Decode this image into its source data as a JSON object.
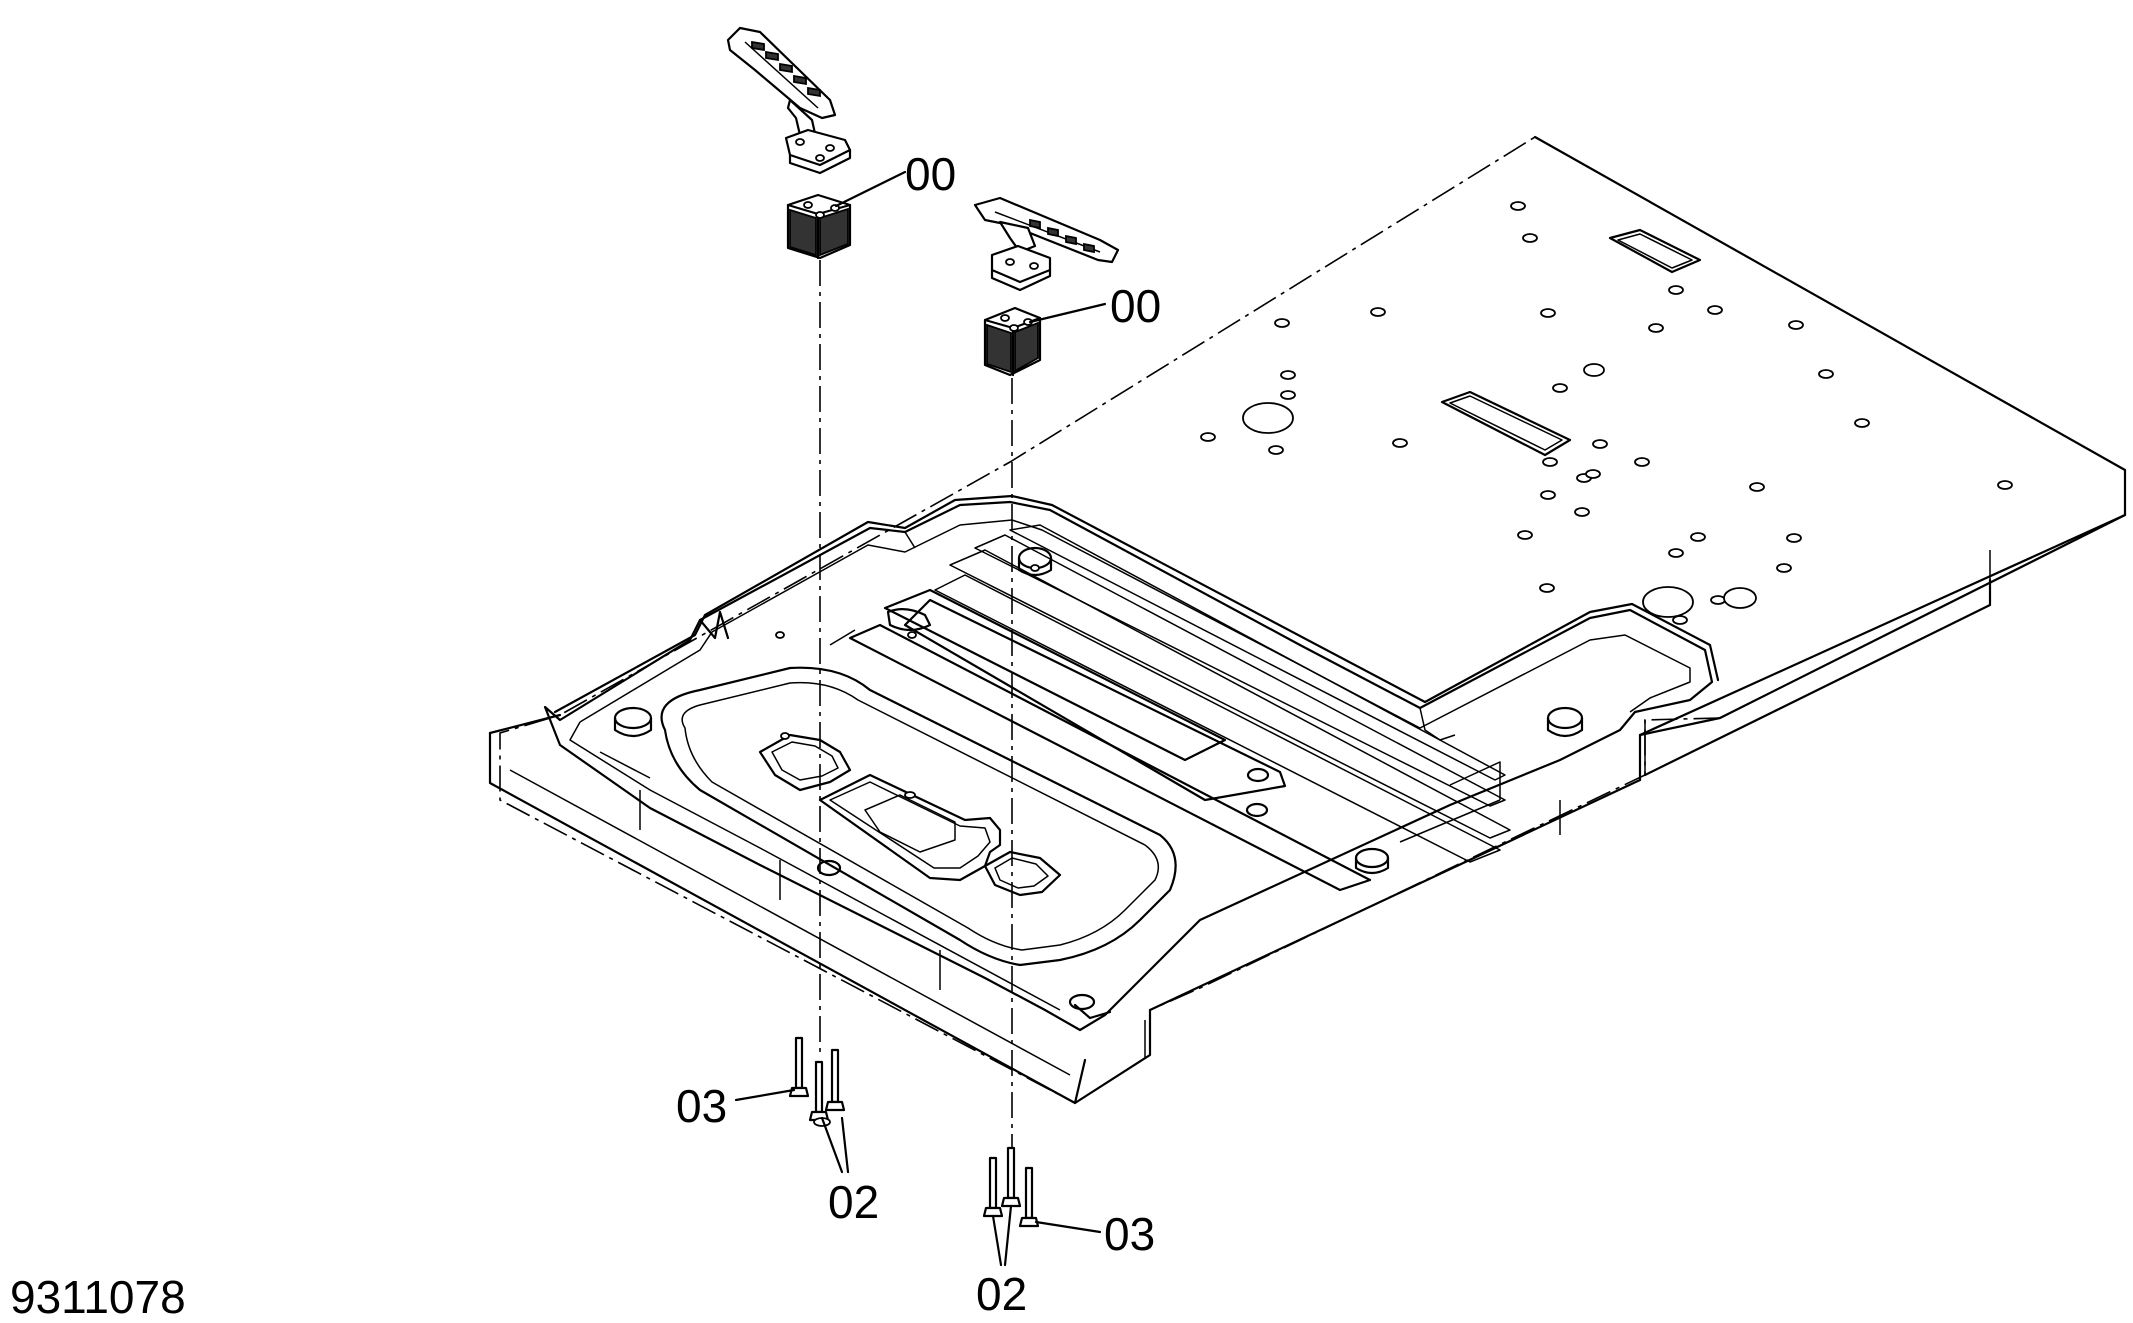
{
  "drawing_number": "9311078",
  "callouts": [
    {
      "id": "callout-00-a",
      "label": "00"
    },
    {
      "id": "callout-00-b",
      "label": "00"
    },
    {
      "id": "callout-03-a",
      "label": "03"
    },
    {
      "id": "callout-02-a",
      "label": "02"
    },
    {
      "id": "callout-03-b",
      "label": "03"
    },
    {
      "id": "callout-02-b",
      "label": "02"
    }
  ]
}
